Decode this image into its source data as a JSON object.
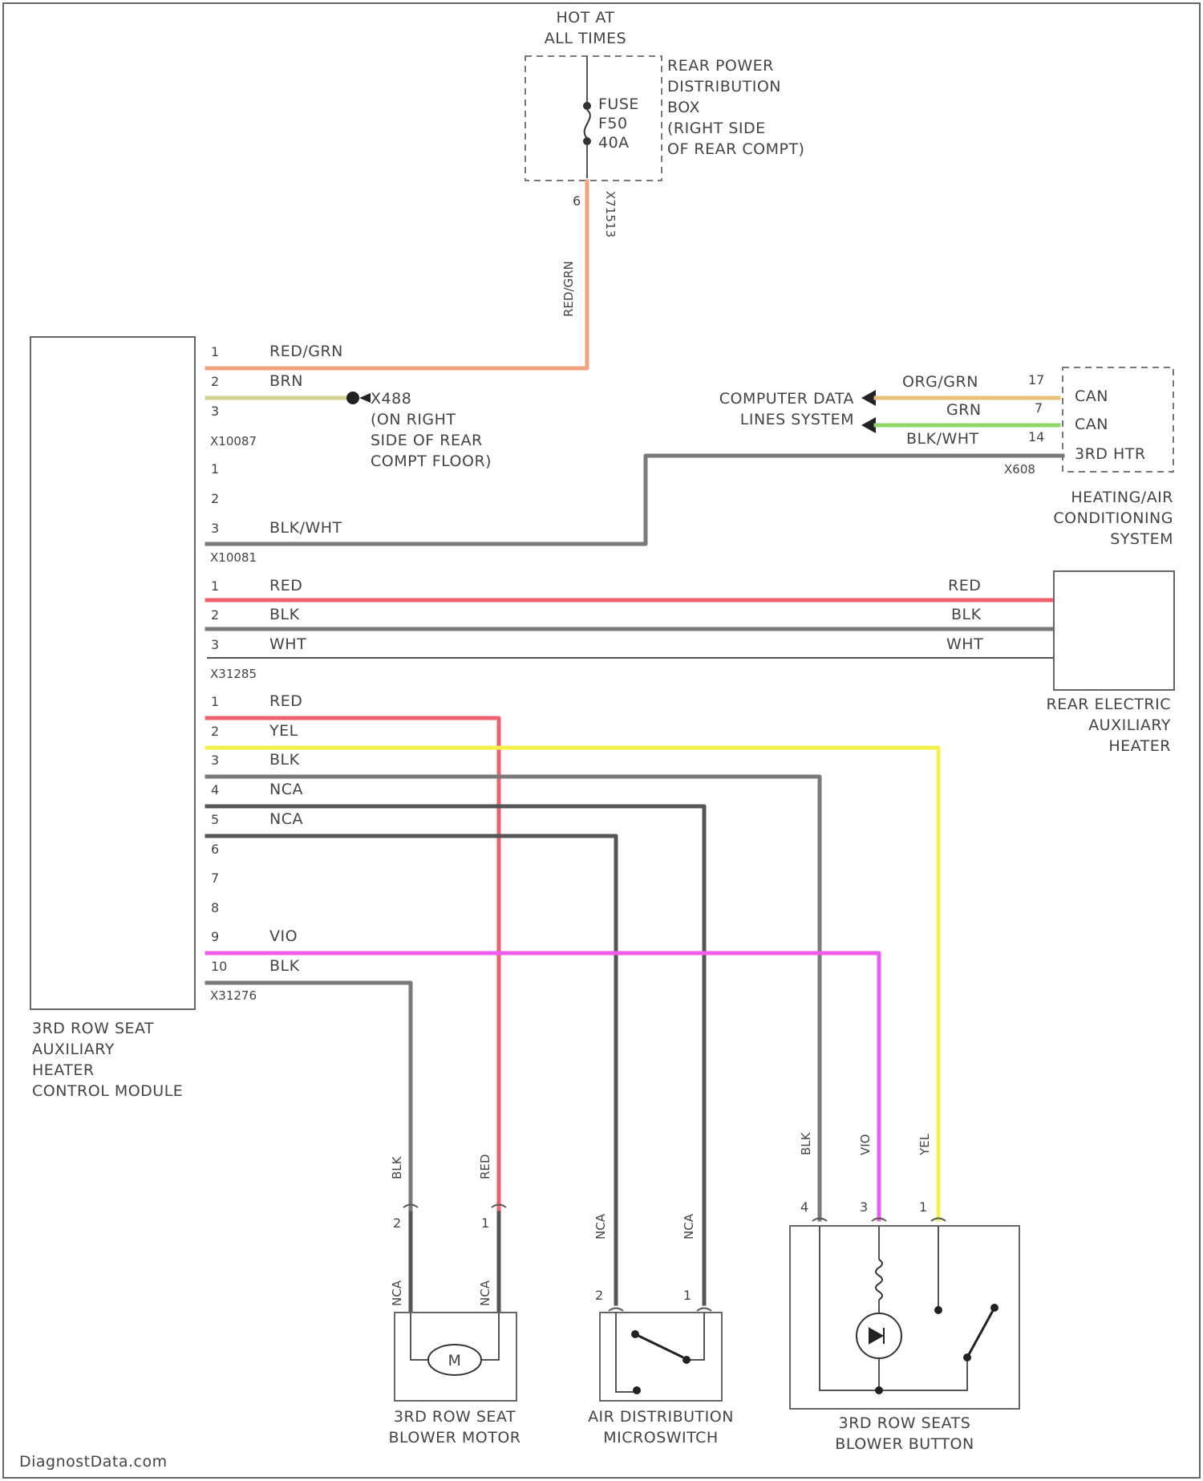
{
  "header": {
    "hot_line1": "HOT AT",
    "hot_line2": "ALL TIMES"
  },
  "fuse_box": {
    "lines": [
      "REAR POWER",
      "DISTRIBUTION",
      "BOX",
      "(RIGHT SIDE",
      "OF REAR COMPT)"
    ],
    "fuse_lines": [
      "FUSE",
      "F50",
      "40A"
    ],
    "pin": "6",
    "connector": "X71513",
    "wire": "RED/GRN"
  },
  "module": {
    "lines": [
      "3RD ROW SEAT",
      "AUXILIARY",
      "HEATER",
      "CONTROL MODULE"
    ]
  },
  "connectors": {
    "a": "X10087",
    "b": "X10081",
    "c": "X31285",
    "d": "X31276"
  },
  "ground": {
    "id": "X488",
    "lines": [
      "(ON RIGHT",
      "SIDE OF REAR",
      "COMPT FLOOR)"
    ]
  },
  "can": {
    "label_line1": "COMPUTER DATA",
    "label_line2": "LINES SYSTEM",
    "hvac_connector": "X608",
    "hvac_lines": [
      "HEATING/AIR",
      "CONDITIONING",
      "SYSTEM"
    ],
    "rows": [
      {
        "wire": "ORG/GRN",
        "pin": "17",
        "name": "CAN"
      },
      {
        "wire": "GRN",
        "pin": "7",
        "name": "CAN"
      },
      {
        "wire": "BLK/WHT",
        "pin": "14",
        "name": "3RD HTR"
      }
    ]
  },
  "pins": {
    "a": [
      {
        "pin": "1",
        "wire": "RED/GRN"
      },
      {
        "pin": "2",
        "wire": "BRN"
      },
      {
        "pin": "3",
        "wire": ""
      }
    ],
    "b": [
      {
        "pin": "1",
        "wire": ""
      },
      {
        "pin": "2",
        "wire": ""
      },
      {
        "pin": "3",
        "wire": "BLK/WHT"
      }
    ],
    "c": [
      {
        "pin": "1",
        "wire": "RED"
      },
      {
        "pin": "2",
        "wire": "BLK"
      },
      {
        "pin": "3",
        "wire": "WHT"
      }
    ],
    "d": [
      {
        "pin": "1",
        "wire": "RED"
      },
      {
        "pin": "2",
        "wire": "YEL"
      },
      {
        "pin": "3",
        "wire": "BLK"
      },
      {
        "pin": "4",
        "wire": "NCA"
      },
      {
        "pin": "5",
        "wire": "NCA"
      },
      {
        "pin": "6",
        "wire": ""
      },
      {
        "pin": "7",
        "wire": ""
      },
      {
        "pin": "8",
        "wire": ""
      },
      {
        "pin": "9",
        "wire": "VIO"
      },
      {
        "pin": "10",
        "wire": "BLK"
      }
    ]
  },
  "heater": {
    "lines": [
      "REAR ELECTRIC",
      "AUXILIARY",
      "HEATER"
    ],
    "wires": [
      "RED",
      "BLK",
      "WHT"
    ]
  },
  "motor": {
    "lines": [
      "3RD ROW SEAT",
      "BLOWER MOTOR"
    ],
    "symbol": "M",
    "left": {
      "wire": "BLK",
      "pin": "2",
      "wire2": "NCA"
    },
    "right": {
      "wire": "RED",
      "pin": "1",
      "wire2": "NCA"
    }
  },
  "microswitch": {
    "lines": [
      "AIR DISTRIBUTION",
      "MICROSWITCH"
    ],
    "left": {
      "wire": "NCA",
      "pin": "2"
    },
    "right": {
      "wire": "NCA",
      "pin": "1"
    }
  },
  "button": {
    "lines": [
      "3RD ROW SEATS",
      "BLOWER BUTTON"
    ],
    "led": "LED",
    "wires": [
      {
        "wire": "BLK",
        "pin": "4"
      },
      {
        "wire": "VIO",
        "pin": "3"
      },
      {
        "wire": "YEL",
        "pin": "1"
      }
    ]
  },
  "colors": {
    "red_grn": "#f2a37c",
    "brn_yel": "#d8d290",
    "red": "#f0606c",
    "yellow": "#f5f04a",
    "gray": "#7a7a7a",
    "dark": "#555555",
    "violet": "#ee5cee",
    "orange_grn": "#e8c07a",
    "green": "#8ed66a"
  },
  "footer": {
    "watermark": "DiagnostData.com"
  }
}
